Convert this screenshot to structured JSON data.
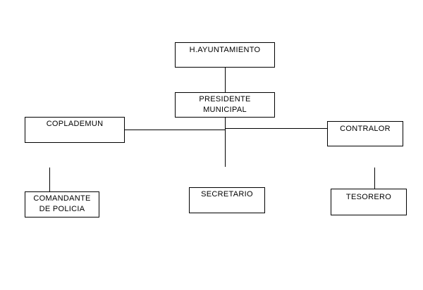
{
  "org_chart": {
    "ayuntamiento": [
      "H.AYUNTAMIENTO"
    ],
    "presidente": [
      "PRESIDENTE",
      "MUNICIPAL"
    ],
    "coplademun": [
      "COPLADEMUN"
    ],
    "contralor": [
      "CONTRALOR"
    ],
    "comandante": [
      "COMANDANTE",
      "DE POLICIA"
    ],
    "secretario": [
      "SECRETARIO"
    ],
    "tesorero": [
      "TESORERO"
    ]
  },
  "colors": {
    "line": "#000000",
    "box_border": "#000000",
    "background": "#ffffff"
  }
}
